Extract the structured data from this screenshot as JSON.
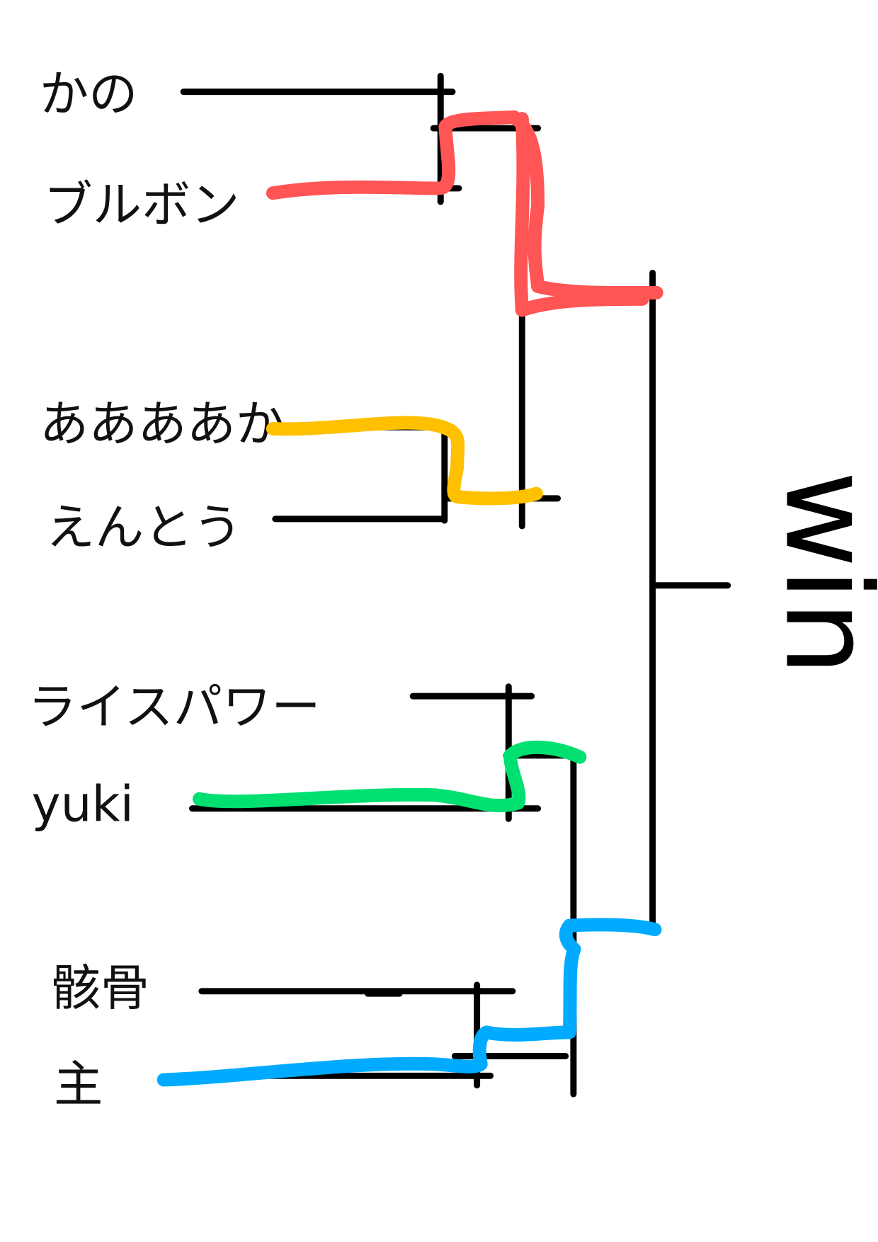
{
  "bracket": {
    "players": [
      "かの",
      "ブルボン",
      "ああああか",
      "えんとう",
      "ライスパワー",
      "yuki",
      "骸骨",
      "主"
    ],
    "final_label": "win",
    "highlight_colors": {
      "red": "#ff5555",
      "yellow": "#ffc000",
      "green": "#00e070",
      "blue": "#00aaff"
    }
  }
}
